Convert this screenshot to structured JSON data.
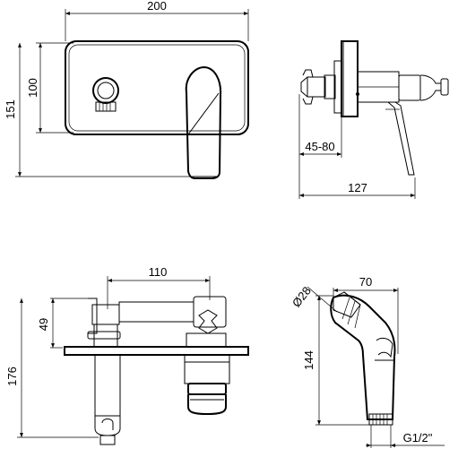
{
  "dimensions": {
    "front_width": "200",
    "front_height_plate": "100",
    "front_height_total": "151",
    "side_depth_range": "45-80",
    "side_length": "127",
    "top_spacing": "110",
    "top_offset": "49",
    "top_height": "176",
    "holder_diameter": "Ø28",
    "holder_width": "70",
    "holder_height": "144",
    "thread": "G1/2\""
  }
}
